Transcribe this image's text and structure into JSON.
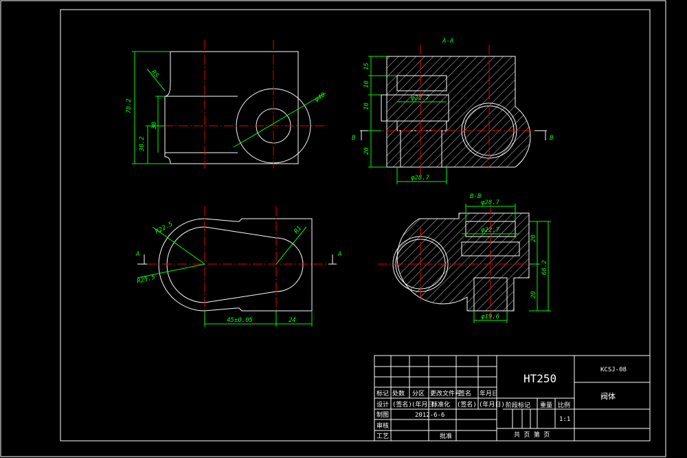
{
  "drawing": {
    "material": "HT250",
    "drawing_number": "KCSJ-08",
    "part_name": "阀体",
    "section_aa_label": "A-A",
    "section_bb_label": "B-B",
    "cut_a": "A",
    "cut_b": "B"
  },
  "dimensions": {
    "front_r5": "R5",
    "front_h_total": "78.2",
    "front_h_mid": "30",
    "front_h_low": "30.2",
    "front_dia": "φ40",
    "aa_d1": "15",
    "aa_d2": "10",
    "aa_d3": "10",
    "aa_d4": "20",
    "aa_bore_top": "φ22.7",
    "aa_bore_bottom": "φ28.7",
    "top_r1": "R22.5",
    "top_r2": "R1",
    "top_r3": "R25.5",
    "top_len": "45±0.05",
    "top_len2": "24",
    "bb_top": "φ28.7",
    "bb_inner": "φ22.7",
    "bb_bottom": "φ19.6",
    "bb_h1": "20",
    "bb_h_total": "68.2",
    "bb_h2": "20"
  },
  "title_block": {
    "rev_mark": "标记",
    "rev_count": "处数",
    "rev_zone": "分区",
    "rev_doc": "更改文件号",
    "rev_sign": "签名",
    "rev_date": "年月日",
    "design": "设计",
    "design_sign": "(签名)",
    "design_date": "(年月日)",
    "standard": "标准化",
    "standard_sign": "(签名)",
    "standard_date": "(年月日)",
    "drawn": "制图",
    "drawn_date": "2012-6-6",
    "review": "审核",
    "process": "工艺",
    "approve": "批准",
    "stage": "阶段标记",
    "weight": "重量",
    "scale": "比例",
    "scale_value": "1:1",
    "sheets": "共  页  第  页"
  }
}
